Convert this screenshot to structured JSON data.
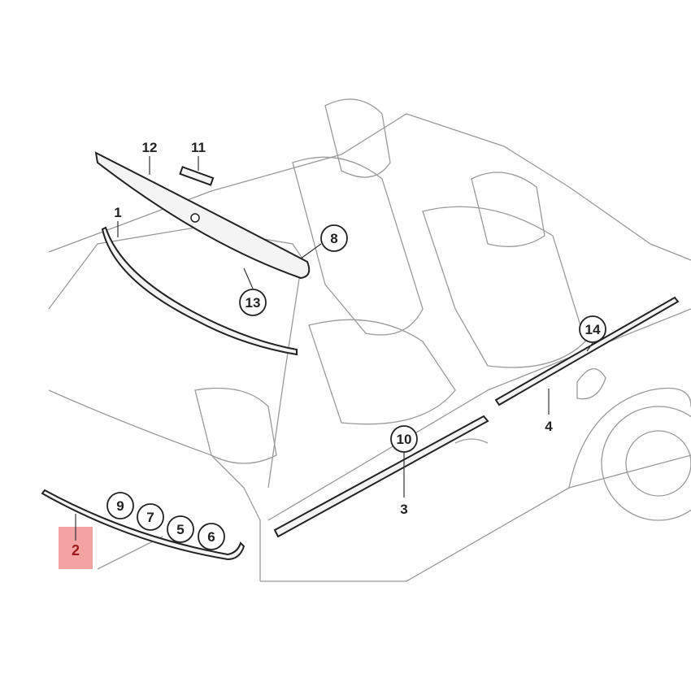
{
  "diagram": {
    "highlight_color": "#f4a3a3",
    "callouts": {
      "c1": "1",
      "c2": "2",
      "c3": "3",
      "c4": "4",
      "c5": "5",
      "c6": "6",
      "c7": "7",
      "c8": "8",
      "c9": "9",
      "c10": "10",
      "c11": "11",
      "c12": "12",
      "c13": "13",
      "c14": "14"
    }
  }
}
